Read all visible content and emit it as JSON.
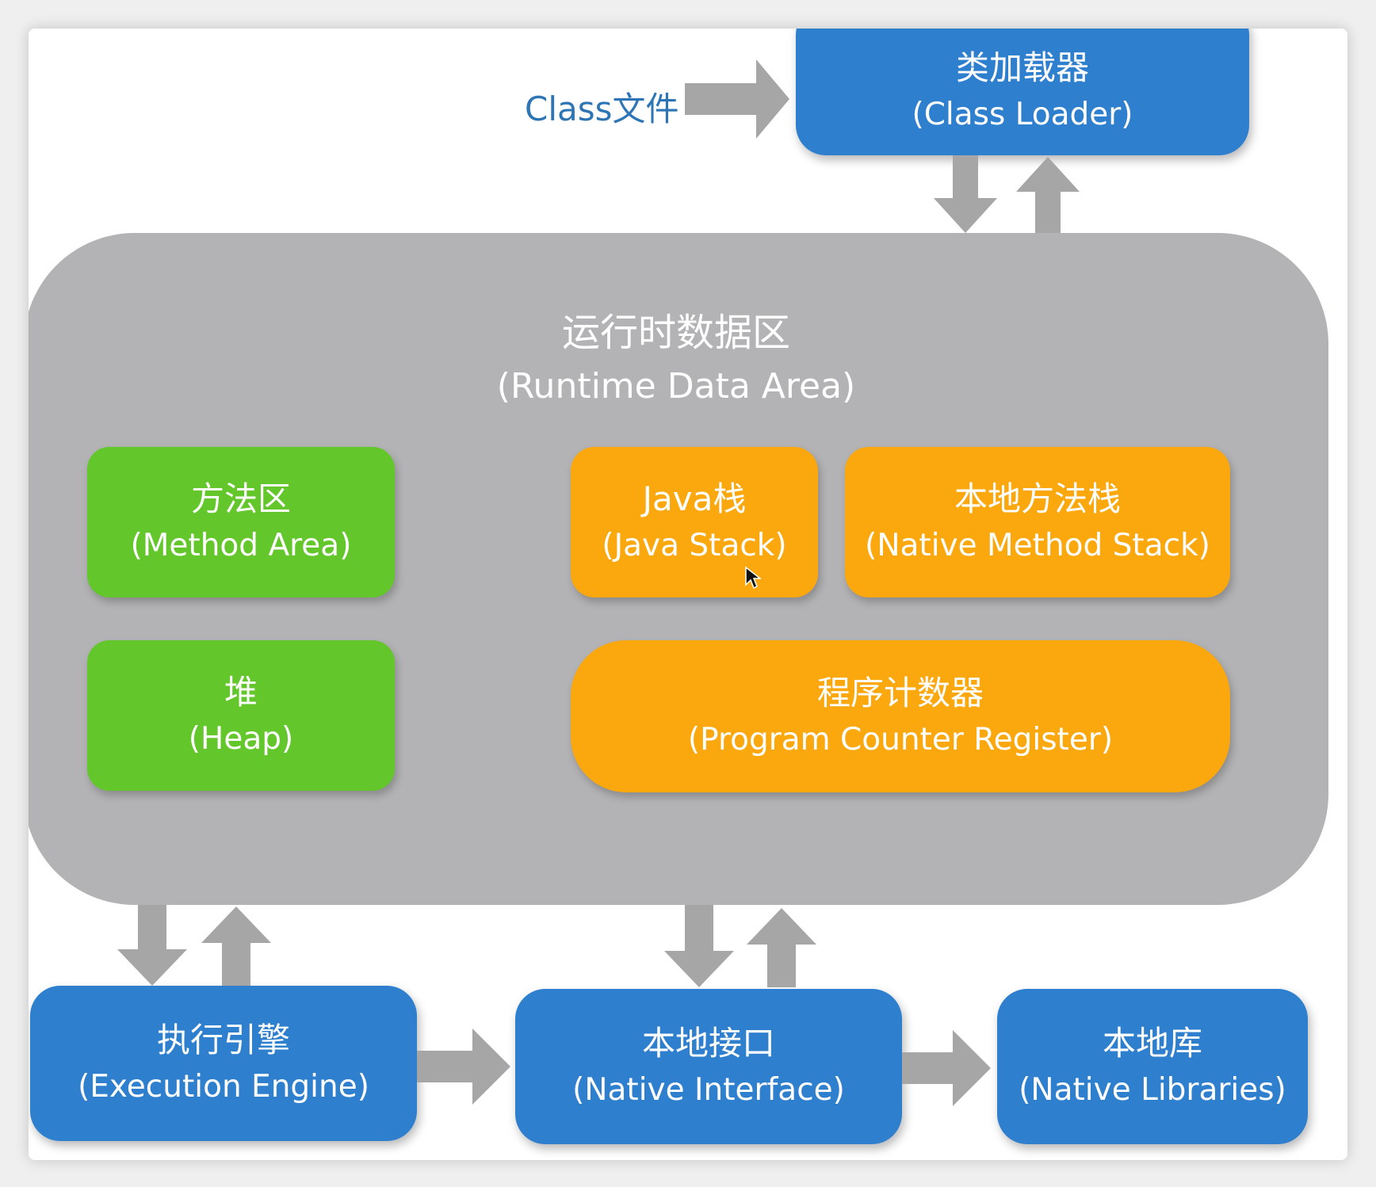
{
  "class_file": {
    "label": "Class文件"
  },
  "class_loader": {
    "cn": "类加载器",
    "en": "(Class Loader)"
  },
  "runtime_area": {
    "cn": "运行时数据区",
    "en": "(Runtime Data Area)",
    "method_area": {
      "cn": "方法区",
      "en": "(Method Area)"
    },
    "heap": {
      "cn": "堆",
      "en": "(Heap)"
    },
    "java_stack": {
      "cn": "Java栈",
      "en": "(Java Stack)"
    },
    "native_method_stack": {
      "cn": "本地方法栈",
      "en": "(Native Method Stack)"
    },
    "pc_register": {
      "cn": "程序计数器",
      "en": "(Program Counter Register)"
    }
  },
  "execution_engine": {
    "cn": "执行引擎",
    "en": "(Execution Engine)"
  },
  "native_interface": {
    "cn": "本地接口",
    "en": "(Native Interface)"
  },
  "native_libraries": {
    "cn": "本地库",
    "en": "(Native Libraries)"
  },
  "colors": {
    "blue_box": "#2f7fcf",
    "runtime_area": "#b3b3b5",
    "method_heap": "#63c72c",
    "stacks_registers": "#fba80f",
    "arrow": "#a6a6a6",
    "class_file_text": "#2e75b6"
  }
}
